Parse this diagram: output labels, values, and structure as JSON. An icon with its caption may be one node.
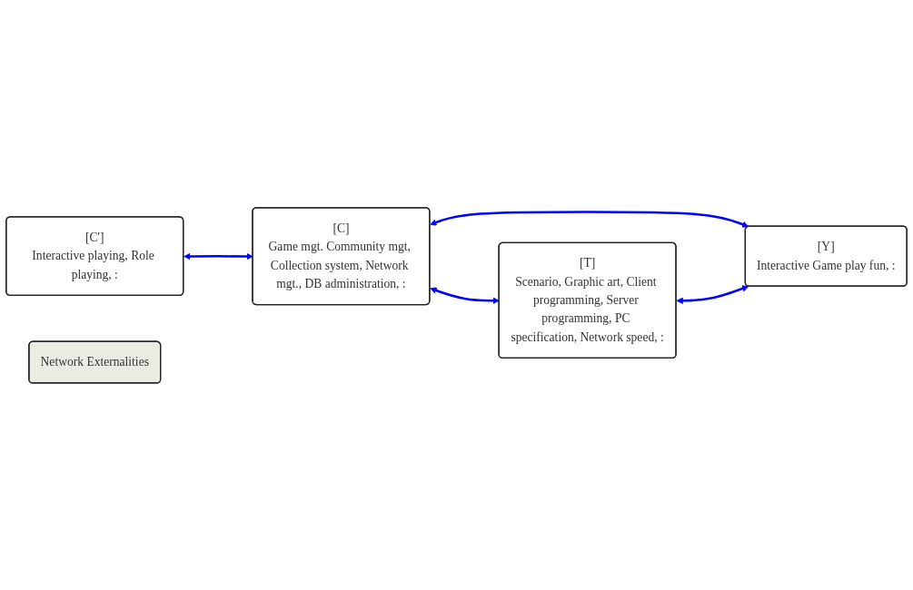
{
  "diagram": {
    "nodes": [
      {
        "text": [
          "[C']",
          "Interactive playing, Role playing, :"
        ]
      },
      {
        "text": [
          "[C]",
          "Game mgt. Community mgt, Collection system, Network mgt., DB administration, :"
        ]
      },
      {
        "text": [
          "Network Externalities"
        ]
      },
      {
        "text": [
          "[Y]",
          "Interactive Game play fun, :"
        ]
      },
      {
        "text": [
          "[T]",
          "Scenario, Graphic art, Client programming, Server programming, PC specification, Network speed, :"
        ]
      }
    ],
    "edges": [
      {
        "from": 0,
        "to": 1,
        "arrow": "both"
      },
      {
        "from": 1,
        "to": 4,
        "arrow": "both"
      },
      {
        "from": 1,
        "to": 3,
        "arrow": "both"
      },
      {
        "from": 4,
        "to": 3,
        "arrow": "both"
      }
    ]
  }
}
